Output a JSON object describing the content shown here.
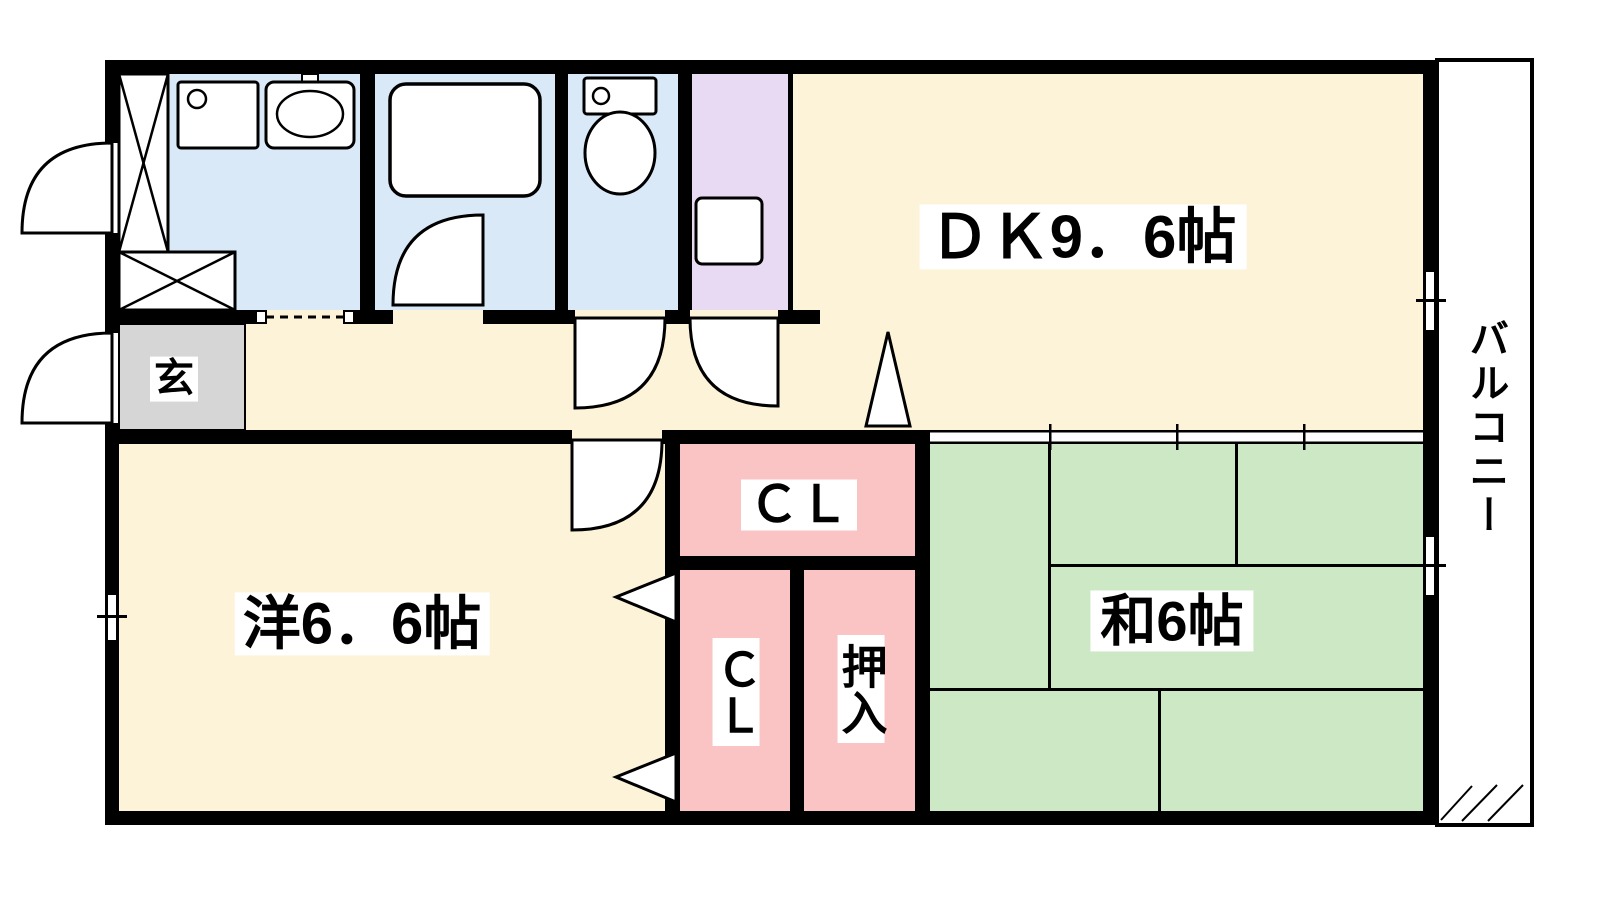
{
  "floorplan": {
    "labels": {
      "dk": "ＤＫ9．6帖",
      "western_room": "洋6．6帖",
      "japanese_room": "和6帖",
      "balcony": "バルコニー",
      "entrance": "玄",
      "closet_top": "ＣＬ",
      "closet_side": "ＣＬ",
      "oshiire": "押入"
    },
    "colors": {
      "floor_cream": "#FCF3D8",
      "wet_area_blue": "#D9E9F8",
      "kitchen_purple": "#E7DAF2",
      "closet_pink": "#FAC4C4",
      "tatami_green": "#CCE8C5",
      "entrance_gray": "#D6D6D6",
      "wall_black": "#000000"
    }
  }
}
